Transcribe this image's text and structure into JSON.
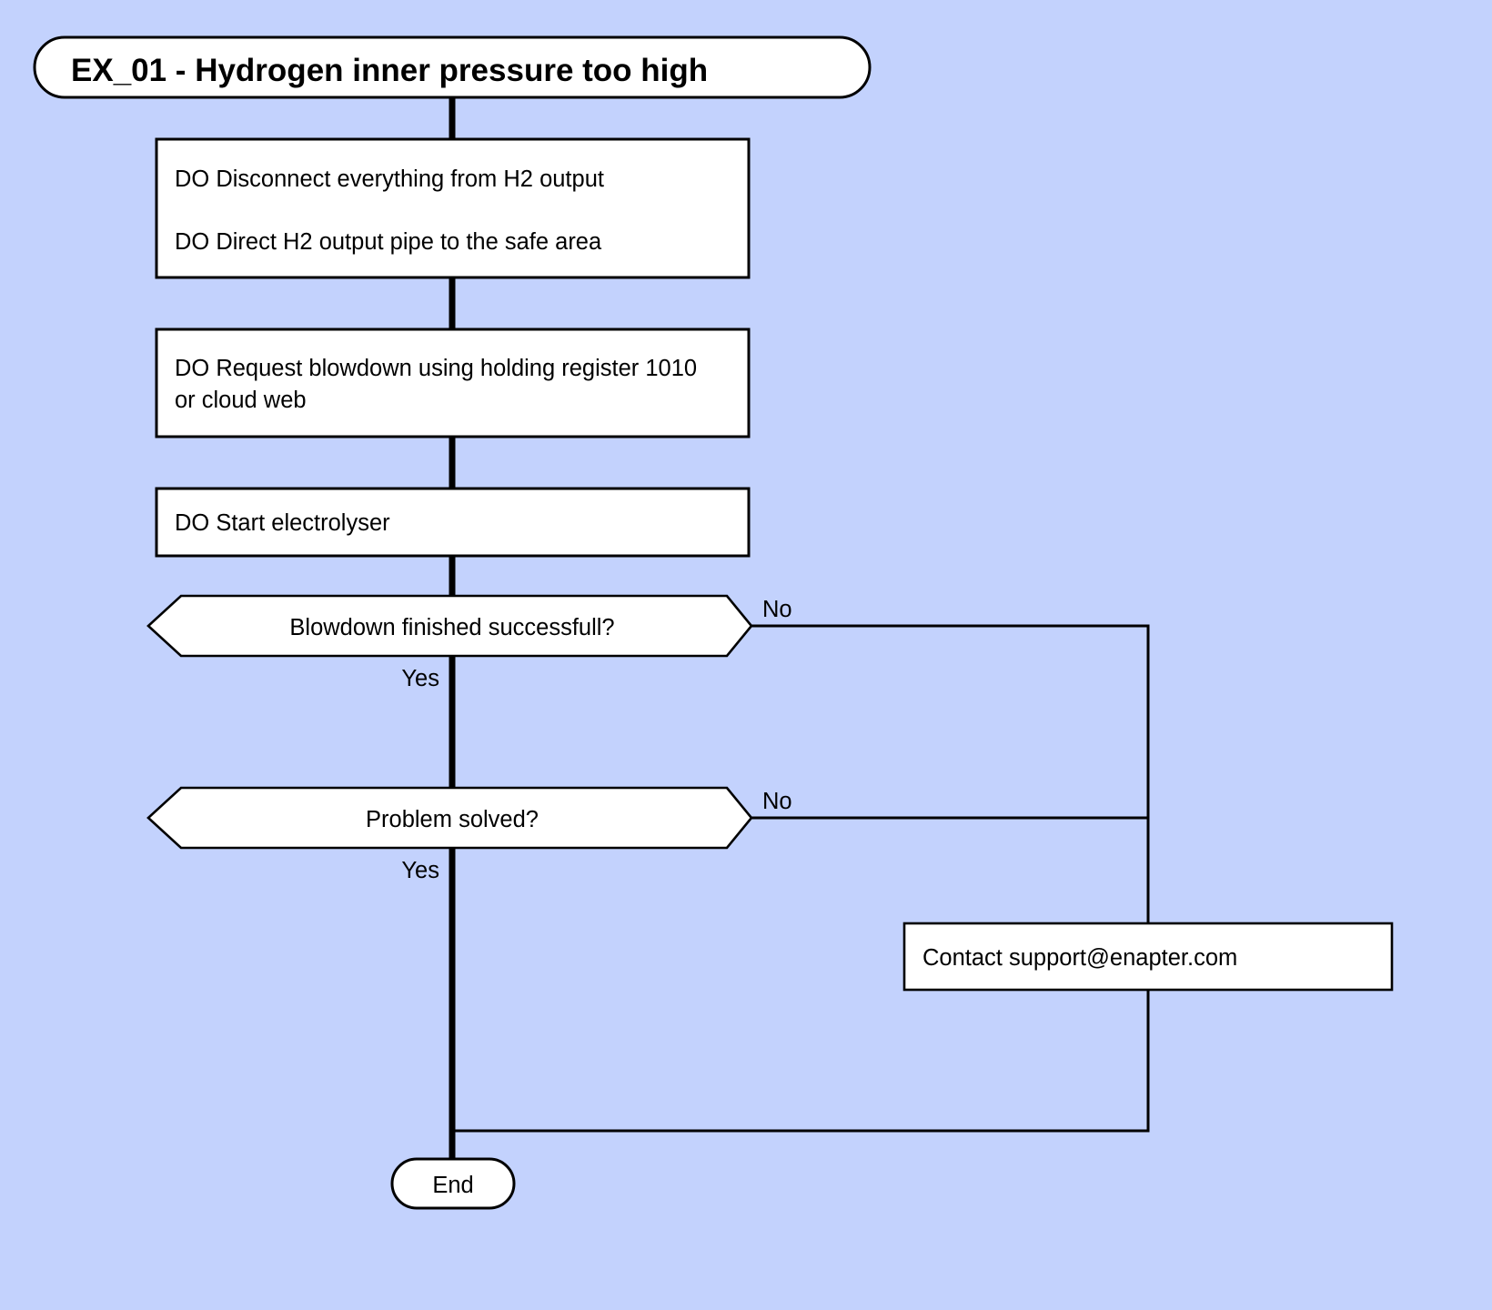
{
  "diagram": {
    "type": "flowchart",
    "background_color": "#c3d2fd",
    "node_fill": "#ffffff",
    "stroke_color": "#000000",
    "title": "EX_01 - Hydrogen inner pressure too high",
    "nodes": {
      "start": {
        "shape": "rounded-terminator",
        "label": "EX_01 - Hydrogen inner pressure too high"
      },
      "step1": {
        "shape": "process",
        "line1": "DO Disconnect everything from H2 output",
        "line2": "DO Direct H2 output pipe to the safe area"
      },
      "step2": {
        "shape": "process",
        "line1": "DO Request blowdown using holding register 1010",
        "line2": "or cloud web"
      },
      "step3": {
        "shape": "process",
        "line1": "DO Start electrolyser"
      },
      "decision1": {
        "shape": "hexagon",
        "label": "Blowdown finished successfull?"
      },
      "decision2": {
        "shape": "hexagon",
        "label": "Problem solved?"
      },
      "support": {
        "shape": "process",
        "label": "Contact support@enapter.com"
      },
      "end": {
        "shape": "rounded-terminator",
        "label": "End"
      }
    },
    "edges": [
      {
        "from": "start",
        "to": "step1",
        "label": ""
      },
      {
        "from": "step1",
        "to": "step2",
        "label": ""
      },
      {
        "from": "step2",
        "to": "step3",
        "label": ""
      },
      {
        "from": "step3",
        "to": "decision1",
        "label": ""
      },
      {
        "from": "decision1",
        "to": "decision2",
        "label": "Yes"
      },
      {
        "from": "decision1",
        "to": "support",
        "label": "No"
      },
      {
        "from": "decision2",
        "to": "end",
        "label": "Yes"
      },
      {
        "from": "decision2",
        "to": "support",
        "label": "No"
      },
      {
        "from": "support",
        "to": "end",
        "label": ""
      }
    ],
    "edge_labels": {
      "decision1_yes": "Yes",
      "decision1_no": "No",
      "decision2_yes": "Yes",
      "decision2_no": "No"
    }
  }
}
